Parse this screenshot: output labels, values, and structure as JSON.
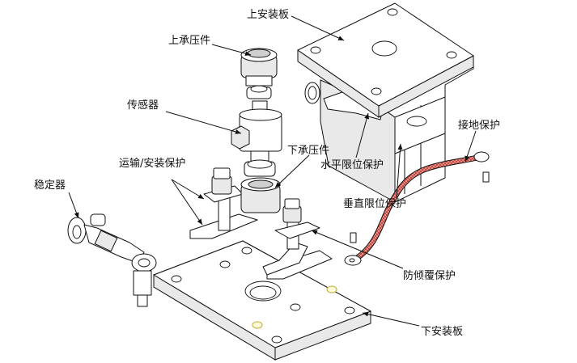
{
  "labels": {
    "upper_mounting_plate": "上安装板",
    "upper_bearing_part": "上承压件",
    "sensor": "传感器",
    "lower_bearing_part": "下承压件",
    "transport_install_protection": "运输/安装保护",
    "stabilizer": "稳定器",
    "horizontal_limit_protection": "水平限位保护",
    "vertical_limit_protection": "垂直限位保护",
    "grounding_protection": "接地保护",
    "anti_tipping_protection": "防倾覆保护",
    "lower_mounting_plate": "下安装板"
  },
  "colors": {
    "ground_strap": "#d9534f",
    "marked_holes": "#c9b84a"
  }
}
